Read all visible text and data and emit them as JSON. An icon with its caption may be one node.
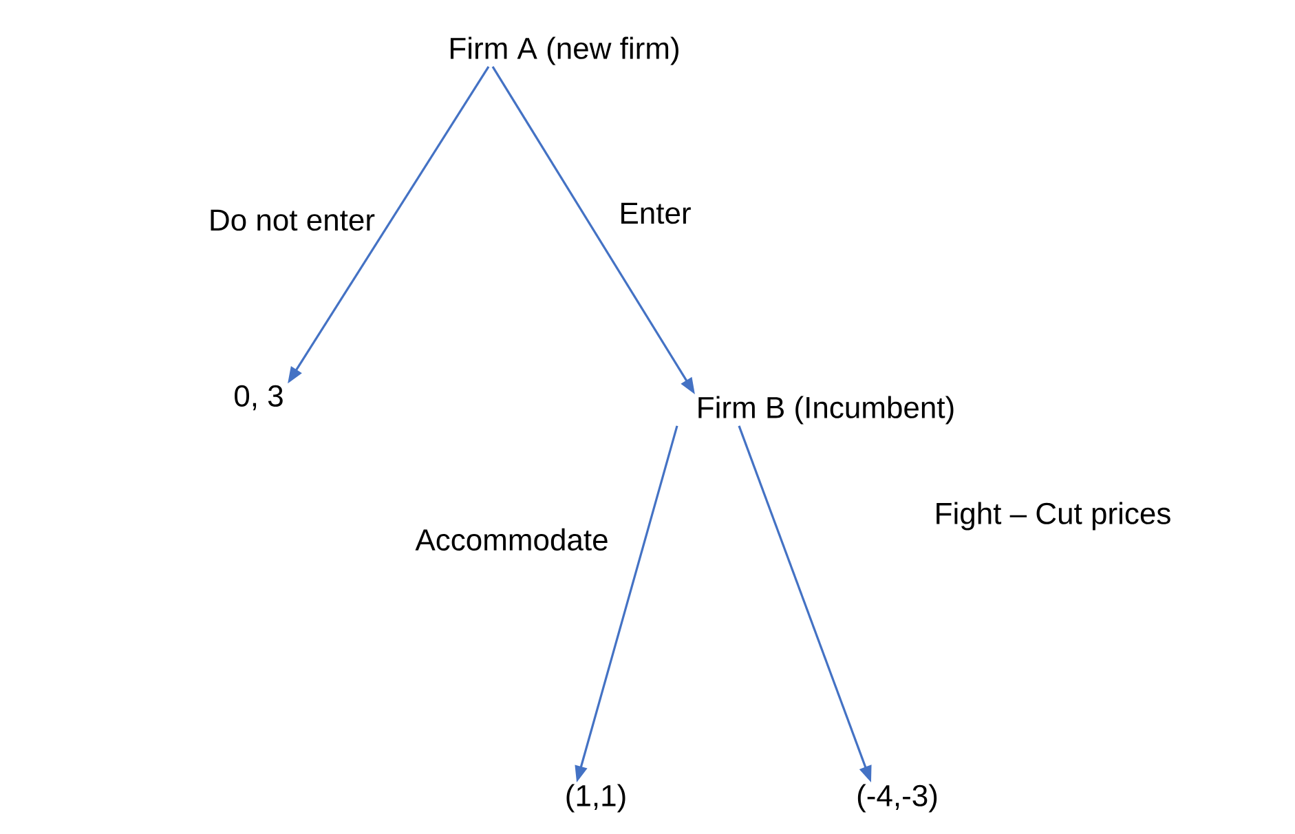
{
  "diagram": {
    "nodes": [
      {
        "text": [
          "Firm A (new firm)"
        ]
      },
      {
        "text": [
          "0, 3"
        ]
      },
      {
        "text": [
          "Firm B (Incumbent)"
        ]
      },
      {
        "text": [
          "(1,1)"
        ]
      },
      {
        "text": [
          "(-4,-3)"
        ]
      }
    ],
    "edges": [
      {
        "from": 0,
        "to": 1,
        "arrow": "to",
        "label": "Do not enter"
      },
      {
        "from": 0,
        "to": 2,
        "arrow": "to",
        "label": "Enter"
      },
      {
        "from": 2,
        "to": 3,
        "arrow": "to",
        "label": "Accommodate"
      },
      {
        "from": 2,
        "to": 4,
        "arrow": "to",
        "label": "Fight – Cut prices"
      }
    ]
  }
}
